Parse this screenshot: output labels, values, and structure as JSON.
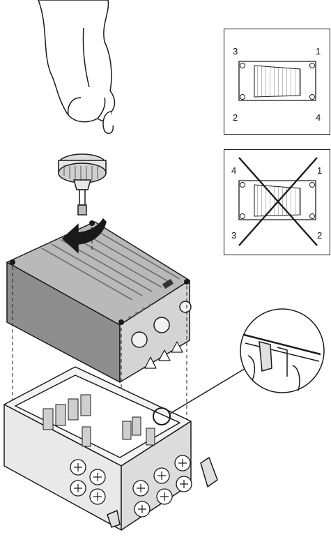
{
  "panels": {
    "correct": {
      "labels": {
        "top_left": "3",
        "top_right": "1",
        "bottom_left": "2",
        "bottom_right": "4"
      }
    },
    "wrong": {
      "labels": {
        "top_left": "4",
        "top_right": "1",
        "bottom_left": "3",
        "bottom_right": "2"
      }
    }
  },
  "colors": {
    "line": "#1a1a1a",
    "cover_fill": "#c9c9c9",
    "cover_dark": "#9a9a9a",
    "arrow": "#1a1a1a"
  },
  "icons": {
    "hand": "hand-icon",
    "screwdriver": "torque-screwdriver-icon",
    "rotate_arrow": "rotate-arrow-icon",
    "down_arrow": "down-arrow-icon",
    "warning": "warning-triangle-icon",
    "cross": "cross-mark-icon"
  }
}
